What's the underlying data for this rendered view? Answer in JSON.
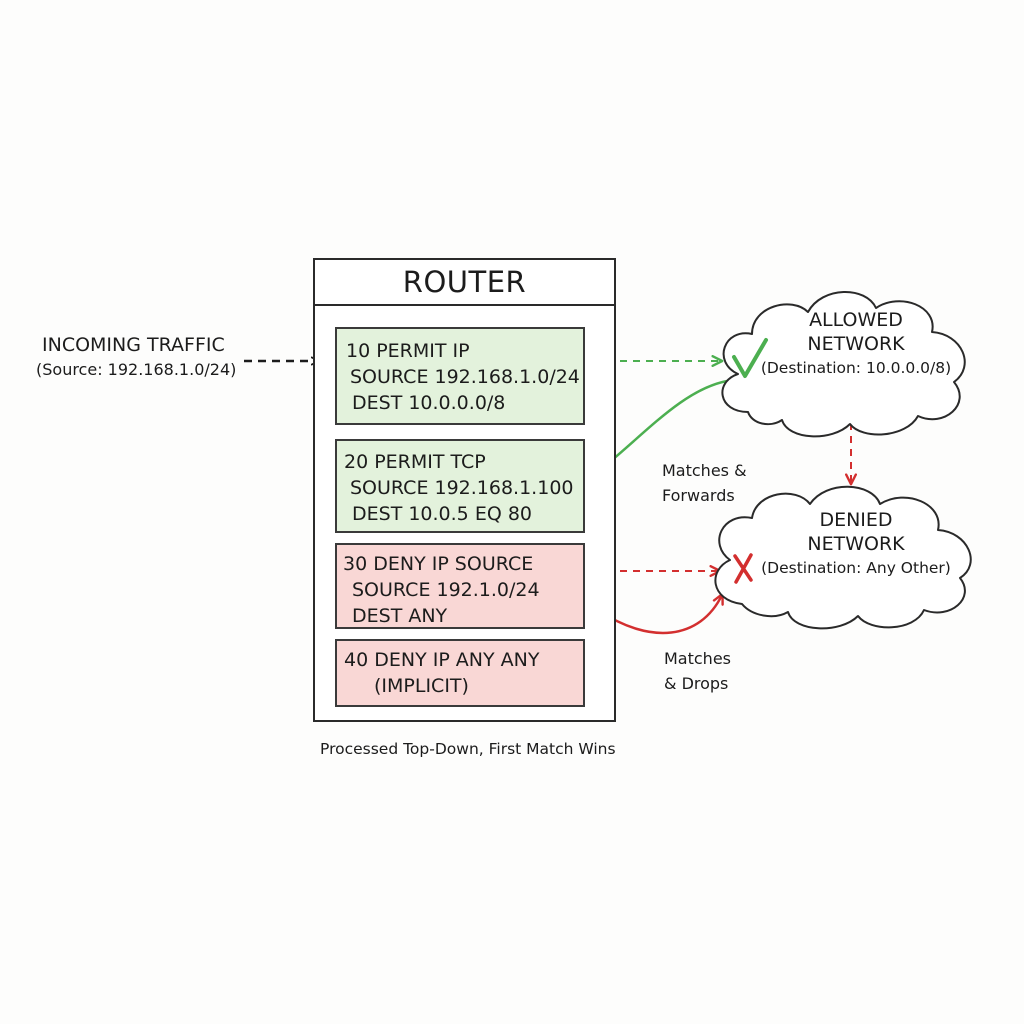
{
  "diagram": {
    "incoming": {
      "title": "INCOMING TRAFFIC",
      "subtitle": "(Source: 192.168.1.0/24)"
    },
    "router": {
      "title": "ROUTER",
      "rules": [
        {
          "lines": [
            "10 PERMIT IP",
            "SOURCE 192.168.1.0/24",
            "DEST 10.0.0.0/8"
          ],
          "action": "permit"
        },
        {
          "lines": [
            "20 PERMIT TCP",
            "SOURCE 192.168.1.100",
            "DEST 10.0.5 EQ 80"
          ],
          "action": "permit"
        },
        {
          "lines": [
            "30 DENY IP SOURCE",
            "SOURCE 192.1.0/24",
            "DEST ANY"
          ],
          "action": "deny"
        },
        {
          "lines": [
            "40 DENY IP ANY ANY",
            "(IMPLICIT)"
          ],
          "action": "deny"
        }
      ]
    },
    "allowed_network": {
      "name_line1": "ALLOWED",
      "name_line2": "NETWORK",
      "destination": "(Destination: 10.0.0.0/8)"
    },
    "denied_network": {
      "name_line1": "DENIED",
      "name_line2": "NETWORK",
      "destination": "(Destination: Any Other)"
    },
    "annotations": {
      "forward_line1": "Matches &",
      "forward_line2": "Forwards",
      "drop_line1": "Matches",
      "drop_line2": "& Drops"
    },
    "footer": "Processed Top-Down, First Match Wins",
    "colors": {
      "permit_fill": "#e3f2dc",
      "deny_fill": "#f9d7d5",
      "permit_arrow": "#4caf50",
      "deny_arrow": "#d32f2f",
      "ink": "#1c1c1c"
    },
    "icons": {
      "allowed": "check-icon",
      "denied": "x-mark-icon"
    }
  }
}
